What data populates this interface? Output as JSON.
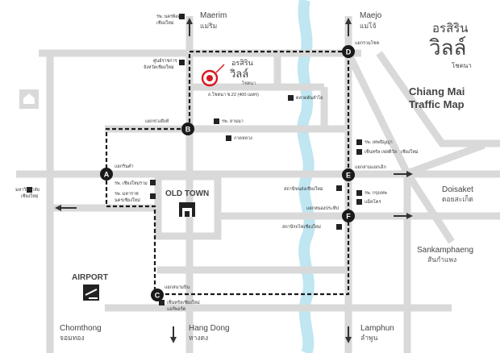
{
  "brand": {
    "name_th_1": "อรสิริน",
    "name_th_2": "วิลล์",
    "name_th_3": "โชตนา",
    "title_line1": "Chiang Mai",
    "title_line2": "Traffic Map"
  },
  "destinations": {
    "maerim": "Maerim",
    "maerim_th": "แม่ริม",
    "maejo": "Maejo",
    "maejo_th": "แม่โจ้",
    "doisaket": "Doisaket",
    "doisaket_th": "ดอยสะเก็ด",
    "sankamphaeng": "Sankamphaeng",
    "sankamphaeng_th": "สันกำแพง",
    "chomthong": "Chomthong",
    "chomthong_th": "จอมทอง",
    "hangdong": "Hang Dong",
    "hangdong_th": "หางดง",
    "lamphun": "Lamphun",
    "lamphun_th": "ลำพูน"
  },
  "areas": {
    "old_town": "OLD TOWN",
    "airport": "AIRPORT"
  },
  "hotel": {
    "name_1": "อรสิริน",
    "name_2": "วิลล์",
    "name_3": "โชตนา",
    "address": "ถ.โชตนา ซ.22 (400 เมตร)"
  },
  "waypoints": {
    "A": "A",
    "B": "B",
    "C": "C",
    "D": "D",
    "E": "E",
    "F": "F"
  },
  "intersections": {
    "A": "แยกรินคำ",
    "B": "แยกข่วงสิงห์",
    "C": "แยกสนามบิน",
    "D": "แยกรวมโชค",
    "E": "แยกสามแยกเอ็ก",
    "F": "แยกหนองประทีป"
  },
  "landmarks": {
    "nakornping_hospital": "รพ. นครพิงค์",
    "nakornping_hospital_2": "เชียงใหม่",
    "gov_center": "ศูนย์ราชการ",
    "gov_center_2": "จังหวัดเชียงใหม่",
    "lanna_hospital": "รพ. ลานนา",
    "chiangmai_ram_hospital": "รพ. เชียงใหม่ราม",
    "hosp_cm_uni_1": "รพ. มหาราช",
    "hosp_cm_uni_2": "นครเชียงใหม่",
    "kad_market": "ตลาดต้นลำไย",
    "kad_market_2": "กาดหลวง",
    "theppanya_hospital": "รพ. เทพปัญญา",
    "central_festival": "เซ็นทรัล เฟสติวัล",
    "central_festival_2": "เชียงใหม่",
    "bus_station": "สถานีขนส่งเชียงใหม่",
    "bangkok_hospital": "รพ. กรุงเทพ",
    "makro": "แม็คโคร",
    "chiangmai_university": "มหาวิทยาลัย",
    "chiangmai_university_2": "เชียงใหม่",
    "central_airport": "เซ็นทรัลเชียงใหม่",
    "central_airport_2": "แอร์พอร์ต",
    "railway_station": "สถานีรถไฟเชียงใหม่"
  },
  "colors": {
    "road": "#d9d9d9",
    "river": "#bfe6f1",
    "route": "#1a1a1a",
    "hotel_marker": "#d71920",
    "waypoint": "#1a1a1a",
    "text": "#444444"
  },
  "icons": [
    "hospital-icon",
    "building-icon",
    "market-icon",
    "airport-icon",
    "castle-icon",
    "temple-icon",
    "arrow-icon",
    "hotel-target-icon"
  ]
}
